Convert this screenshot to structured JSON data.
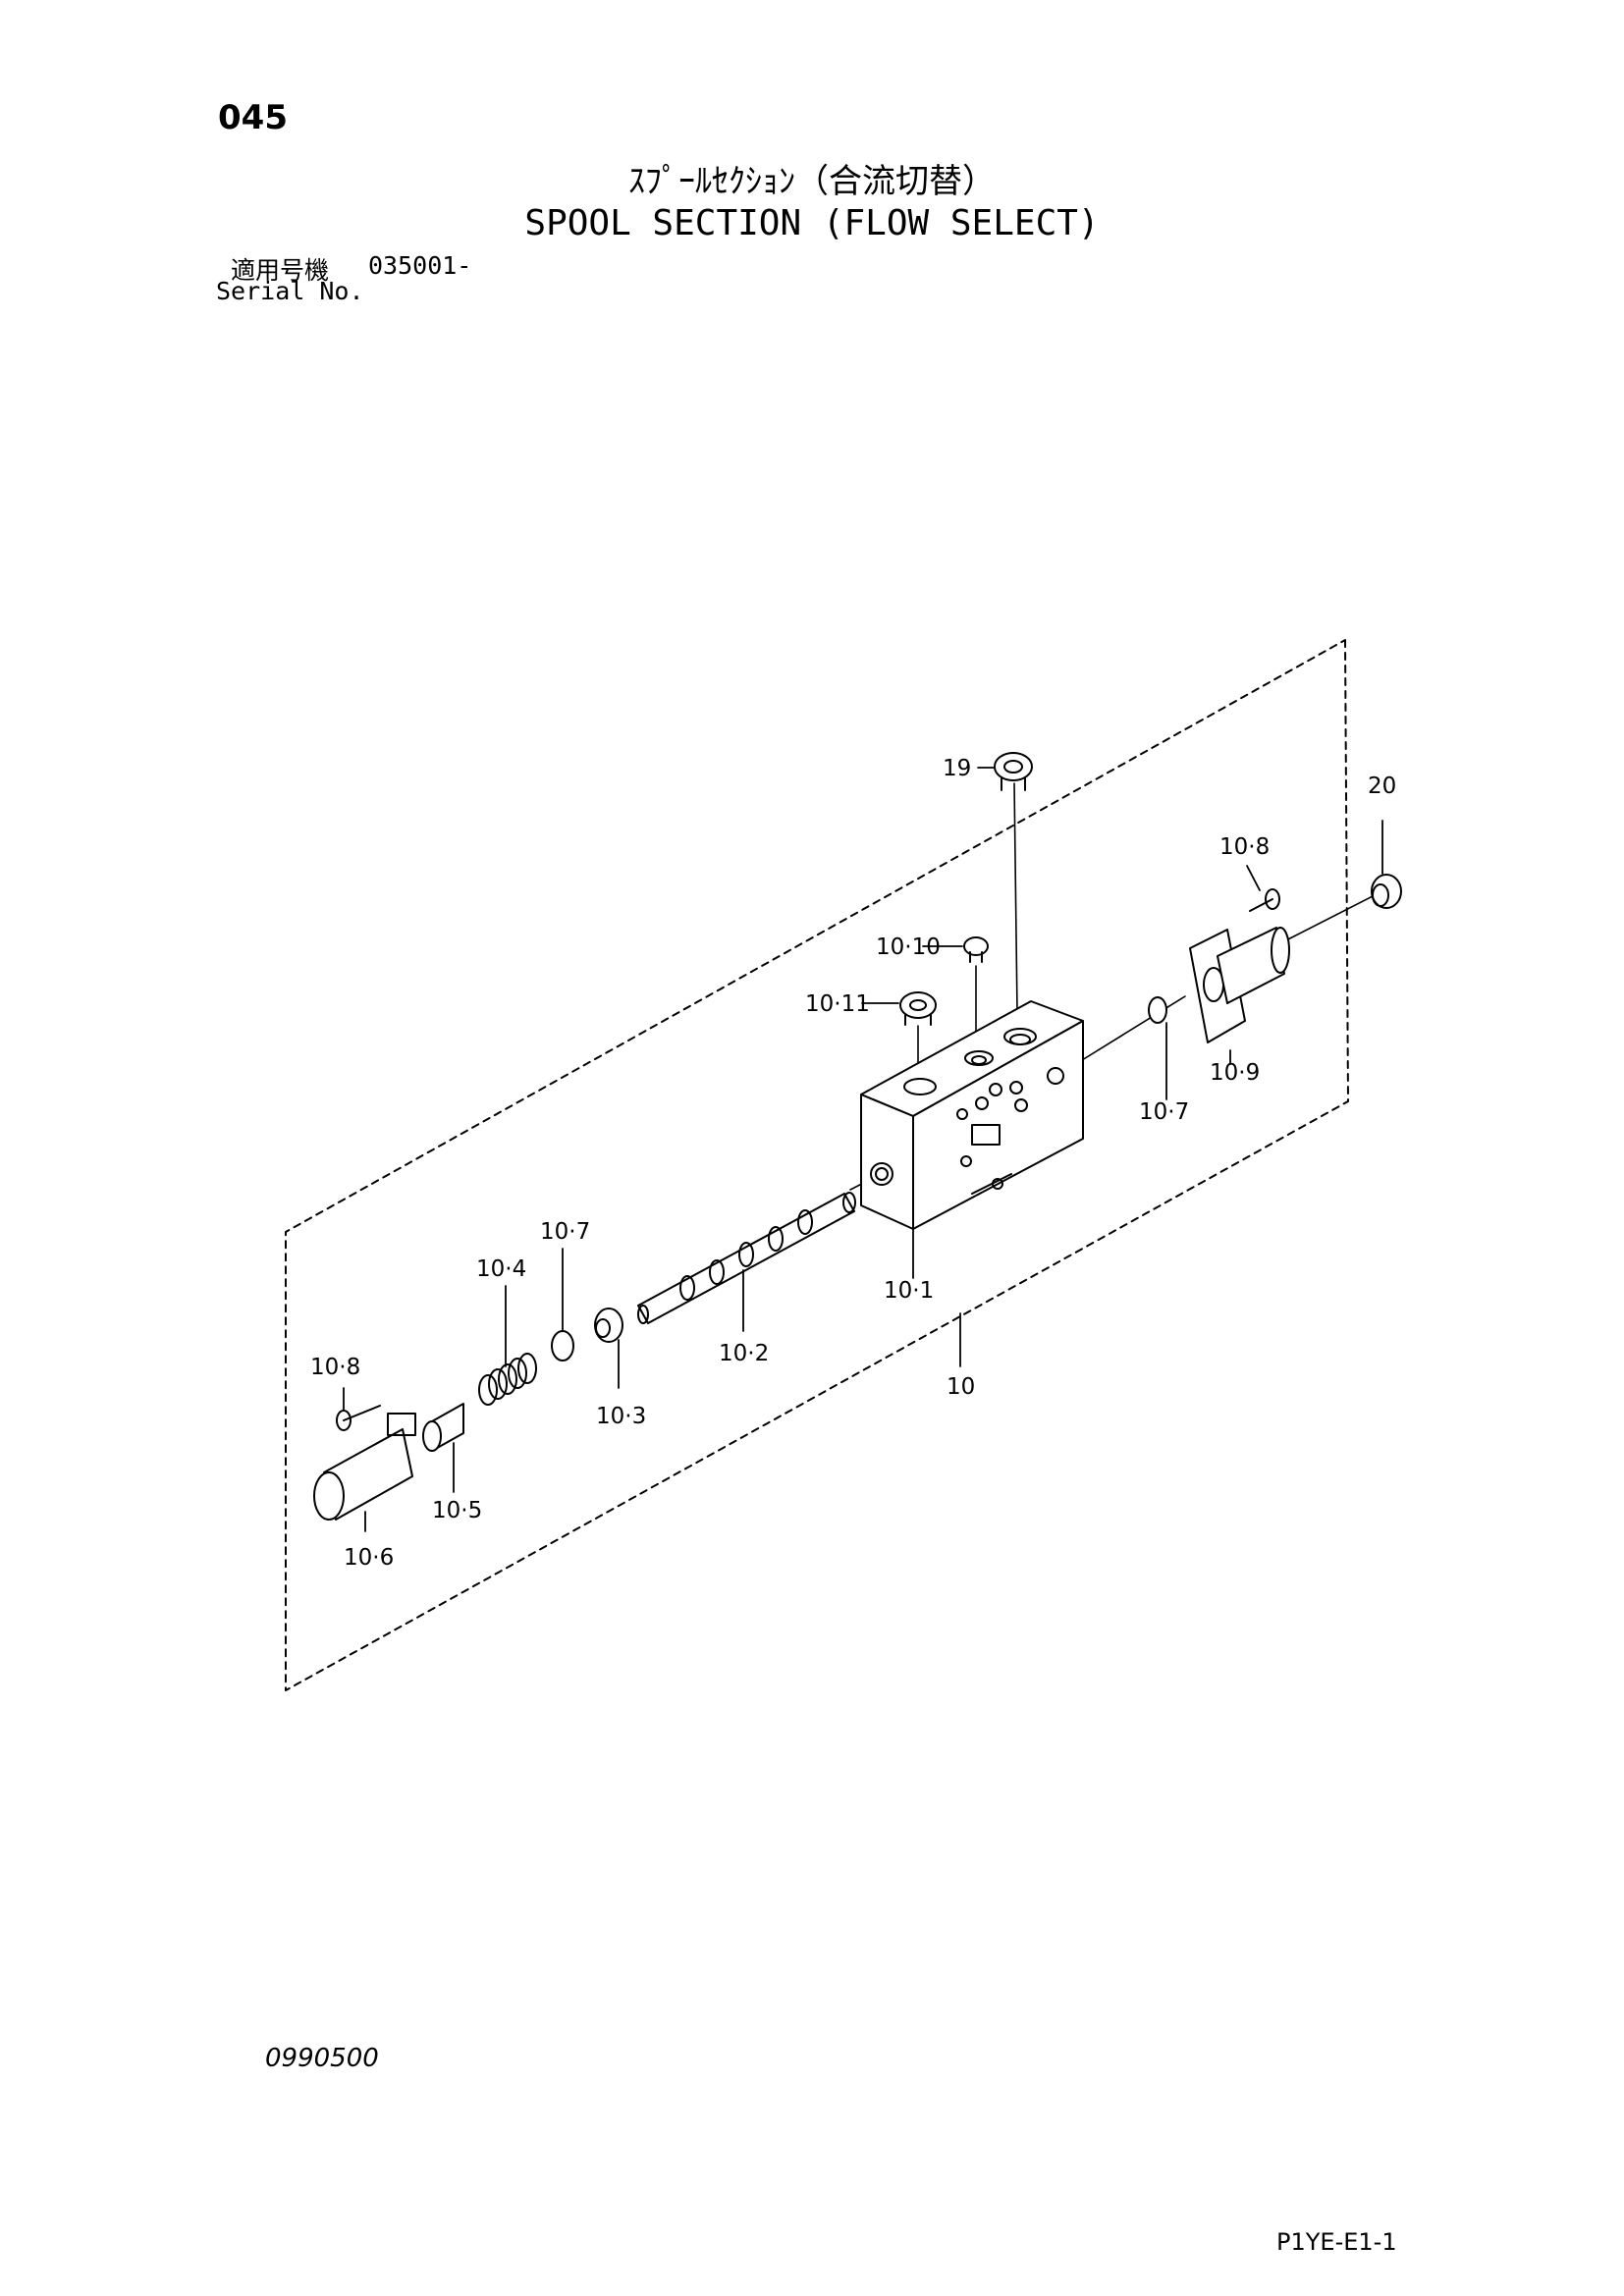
{
  "header": {
    "page_number": "045",
    "title_jp": "ｽﾌﾟｰﾙｾｸｼｮﾝ（合流切替）",
    "title_en": "SPOOL SECTION (FLOW SELECT)",
    "serial_label_jp": "適用号機",
    "serial_value": "035001-",
    "serial_label_en": "Serial No."
  },
  "diagram": {
    "callouts": [
      "19",
      "20",
      "10·8",
      "10·10",
      "10·11",
      "10·9",
      "10·7",
      "10·1",
      "10·7",
      "10·4",
      "10·2",
      "10·3",
      "10",
      "10·8",
      "10·5",
      "10·6"
    ]
  },
  "footer": {
    "drawing_code": "0990500",
    "page_code": "P1YE-E1-1"
  }
}
